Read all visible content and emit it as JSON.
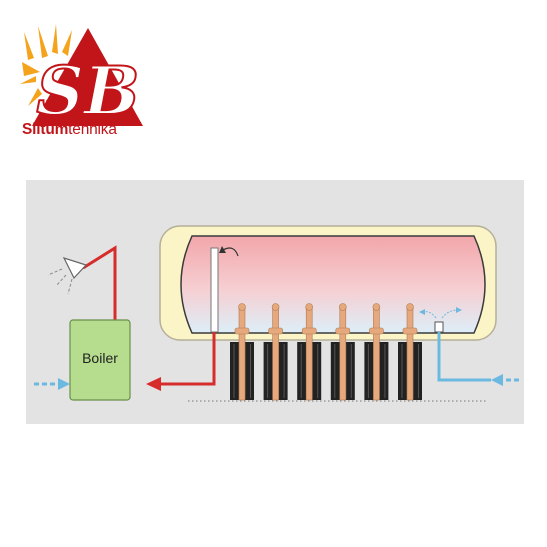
{
  "brand": {
    "monogram": "SB",
    "name_bold": "Siltum",
    "name_light": "tehnika",
    "colors": {
      "red": "#c2151a",
      "sun": "#f5a21c"
    }
  },
  "diagram": {
    "boiler_label": "Boiler",
    "collector_tube_count": 6,
    "colors": {
      "background": "#e3e3e3",
      "tank_frame": "#fbf4c6",
      "tank_hot": "#f2a6aa",
      "tank_cold": "#ddeef8",
      "hot_pipe": "#d62c2c",
      "cold_pipe": "#6bb9e0",
      "boiler": "#b6dd8e",
      "heat_pipe": "#e6a97e",
      "tube": "#222222"
    },
    "icons": [
      "shower-icon",
      "water-flow-arrow-icon",
      "air-vent-icon"
    ]
  }
}
